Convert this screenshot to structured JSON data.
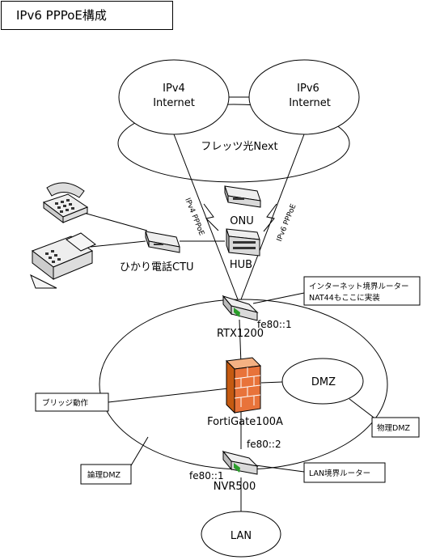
{
  "title": "IPv6 PPPoE構成",
  "clouds": {
    "ipv4": [
      "IPv4",
      "Internet"
    ],
    "ipv6": [
      "IPv6",
      "Internet"
    ],
    "flets": "フレッツ光Next",
    "dmz": "DMZ",
    "lan": "LAN"
  },
  "devices": {
    "onu": "ONU",
    "hub": "HUB",
    "ctu": "ひかり電話CTU",
    "rtx": "RTX1200",
    "forti": "FortiGate100A",
    "nvr": "NVR500"
  },
  "line_labels": {
    "ipv4_pppoe": "IPv4 PPPoE",
    "ipv6_pppoe": "IPv6 PPPoE"
  },
  "addresses": {
    "rtx_fe": "fe80::1",
    "nvr_upper": "fe80::2",
    "nvr_lower": "fe80::1"
  },
  "callouts": {
    "rtx_note_1": "インターネット境界ルーター",
    "rtx_note_2": "NAT44もここに実装",
    "bridge": "ブリッジ動作",
    "physical_dmz": "物理DMZ",
    "logical_dmz": "論理DMZ",
    "lan_router": "LAN境界ルーター"
  },
  "colors": {
    "firewall": "#e8733a",
    "device_gray": "#d9d9d9",
    "device_dark": "#333333",
    "led_green": "#2a9d2a"
  }
}
